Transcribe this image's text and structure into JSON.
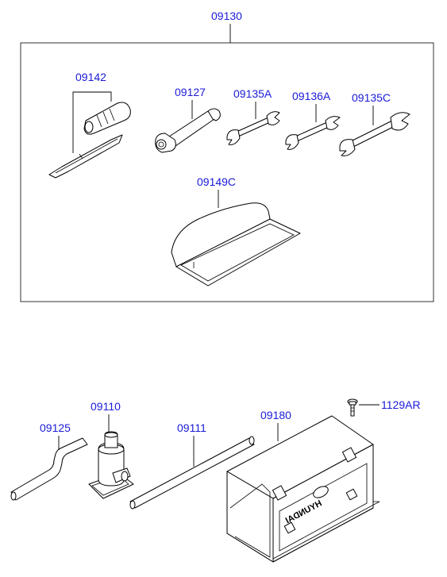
{
  "diagram": {
    "kit_label": "09130",
    "parts": {
      "screwdriver": "09142",
      "box_wrench": "09127",
      "spanner_a": "09135A",
      "spanner_b": "09136A",
      "spanner_c": "09135C",
      "tool_bag": "09149C",
      "jack_handle": "09125",
      "jack": "09110",
      "extension_bar": "09111",
      "tool_case": "09180",
      "bolt": "1129AR"
    },
    "case_logo": "HYUNDAI"
  },
  "colors": {
    "label": "#1a1ad8",
    "line": "#000000",
    "background": "#ffffff"
  }
}
